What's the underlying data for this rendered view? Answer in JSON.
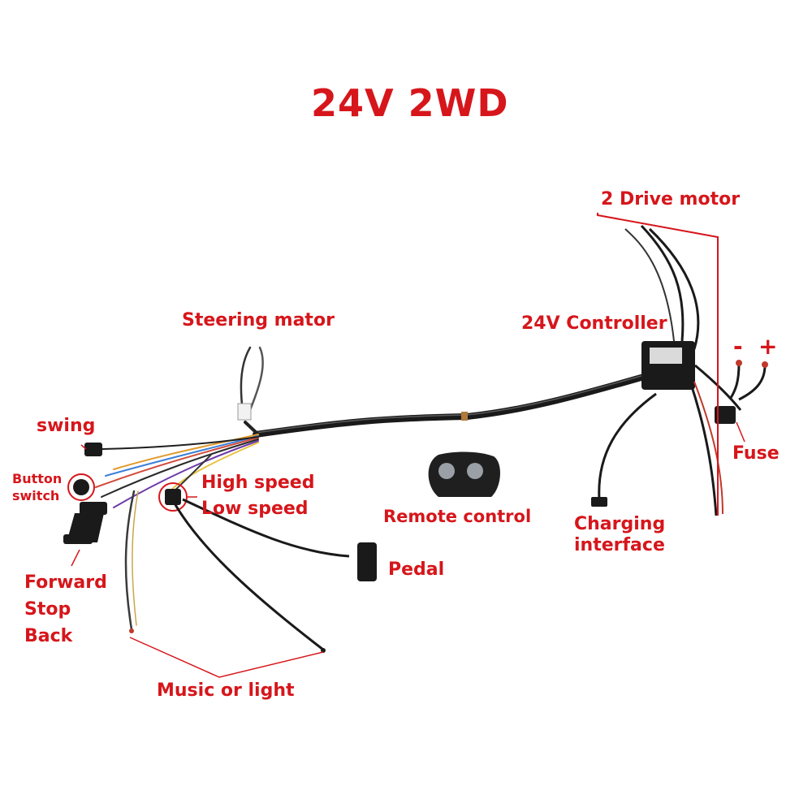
{
  "title": "24V 2WD",
  "labels": {
    "drive_motor": "2 Drive motor",
    "steering_motor": "Steering mator",
    "controller": "24V Controller",
    "minus": "-",
    "plus": "+",
    "fuse": "Fuse",
    "swing": "swing",
    "button_switch": [
      "Button",
      "switch"
    ],
    "high_speed": "High speed",
    "low_speed": "Low speed",
    "remote_control": "Remote control",
    "charging_interface": [
      "Charging",
      "interface"
    ],
    "pedal": "Pedal",
    "forward_stop_back": [
      "Forward",
      "Stop",
      "Back"
    ],
    "music_or_light": "Music or light"
  },
  "colors": {
    "label": "#d6161b",
    "wire": "#1a1a1a",
    "background": "#ffffff"
  }
}
